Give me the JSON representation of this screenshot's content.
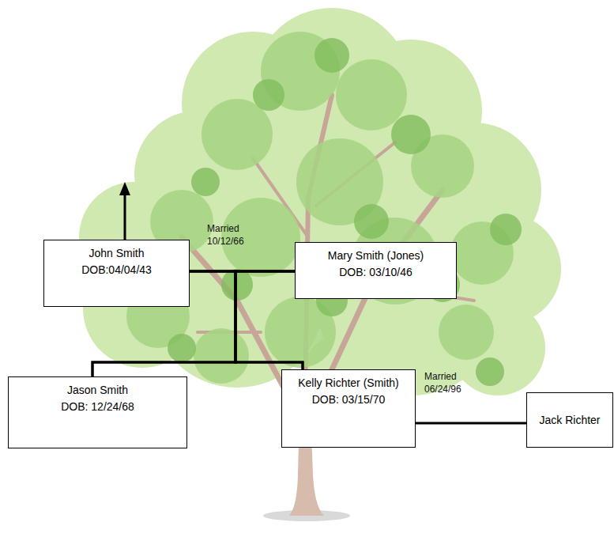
{
  "diagram": {
    "nodes": [
      {
        "text": [
          "John Smith",
          "DOB:04/04/43"
        ]
      },
      {
        "text": [
          "Mary Smith (Jones)",
          "DOB: 03/10/46"
        ]
      },
      {
        "text": [
          "Jason Smith",
          "DOB: 12/24/68"
        ]
      },
      {
        "text": [
          "Kelly Richter (Smith)",
          "DOB: 03/15/70"
        ]
      },
      {
        "text": [
          "Jack Richter"
        ]
      }
    ],
    "edges": [
      {
        "from": 0,
        "to": 1,
        "arrow": "none",
        "label": "Married 10/12/66"
      },
      {
        "from": 0,
        "to": 2,
        "arrow": "none"
      },
      {
        "from": 0,
        "to": 3,
        "arrow": "none"
      },
      {
        "from": 1,
        "to": 2,
        "arrow": "none"
      },
      {
        "from": 1,
        "to": 3,
        "arrow": "none"
      },
      {
        "from": 3,
        "to": 4,
        "arrow": "none",
        "label": "Married 06/24/96"
      }
    ]
  }
}
